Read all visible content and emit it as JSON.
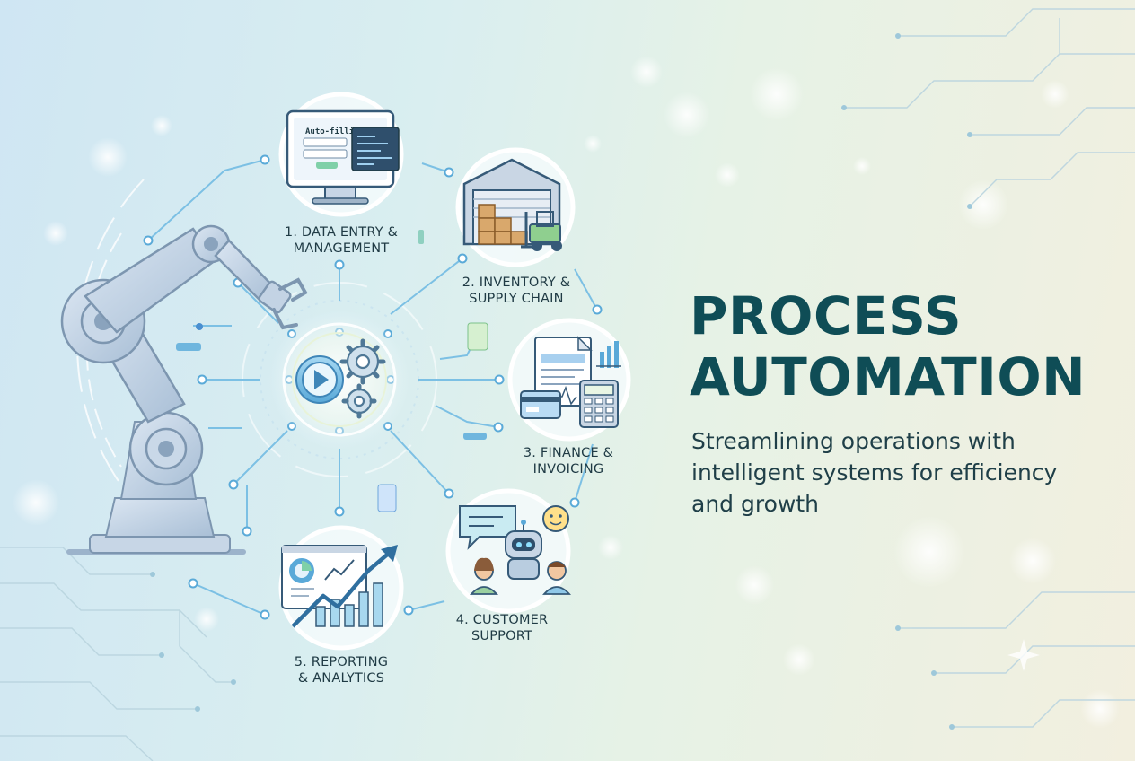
{
  "title": {
    "line1": "PROCESS",
    "line2": "AUTOMATION"
  },
  "subtitle": {
    "line1": "Streamlining operations with",
    "line2": "intelligent systems for efficiency",
    "line3": "and growth"
  },
  "steps": [
    {
      "line1": "1. DATA ENTRY &",
      "line2": "MANAGEMENT",
      "screen_text": "Auto-filling"
    },
    {
      "line1": "2. INVENTORY &",
      "line2": "SUPPLY CHAIN"
    },
    {
      "line1": "3. FINANCE &",
      "line2": "INVOICING"
    },
    {
      "line1": "4. CUSTOMER",
      "line2": "SUPPORT"
    },
    {
      "line1": "5. REPORTING",
      "line2": "& ANALYTICS"
    }
  ],
  "colors": {
    "title": "#0f4d56",
    "accent": "#4aa6d6",
    "robot_arm": "#b6c9de",
    "line": "#6fb6de"
  },
  "icons": [
    "robot-arm-icon",
    "play-icon",
    "gear-icon",
    "monitor-icon",
    "warehouse-icon",
    "forklift-icon",
    "invoice-icon",
    "calculator-icon",
    "chatbot-icon",
    "analytics-chart-icon"
  ]
}
